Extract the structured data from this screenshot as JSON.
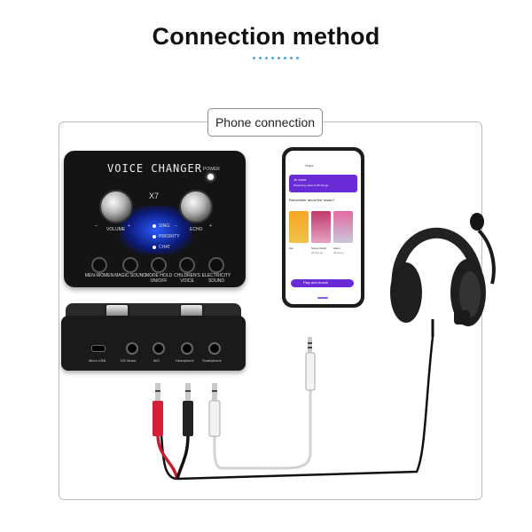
{
  "heading": "Connection method",
  "section_label": "Phone connection",
  "device": {
    "title": "VOICE CHANGER",
    "model": "X7",
    "power_label": "POWER",
    "volume_label": "VOLUME",
    "echo_label": "ECHO",
    "minus": "–",
    "plus": "+",
    "modes": [
      "SING",
      "PRIORITY",
      "CHAT"
    ],
    "buttons": [
      "MEN-WOMEN",
      "MAGIC SOUND",
      "MODE HOLD ON/OFF",
      "CHILDREN'S VOICE",
      "ELECTRICITY SOUND"
    ]
  },
  "rear": {
    "ports": [
      "Micro USB",
      "DG Music",
      "MIC",
      "Headphone",
      "Smartphone"
    ]
  },
  "phone": {
    "app_title": "Hope",
    "banner_title": "Jo more",
    "banner_sub": "Streaming, listen & 3D Songs",
    "remember_text": "Remember about the music?",
    "cards": [
      "Zen",
      "Stress Relief",
      "Altern"
    ],
    "card_subs": [
      "",
      "3D Songs",
      "3D Song"
    ],
    "play_button": "Play and reveal"
  },
  "colors": {
    "accent_blue": "#4aa3df",
    "app_purple": "#6a2bd6",
    "cable_red": "#d6203a"
  }
}
